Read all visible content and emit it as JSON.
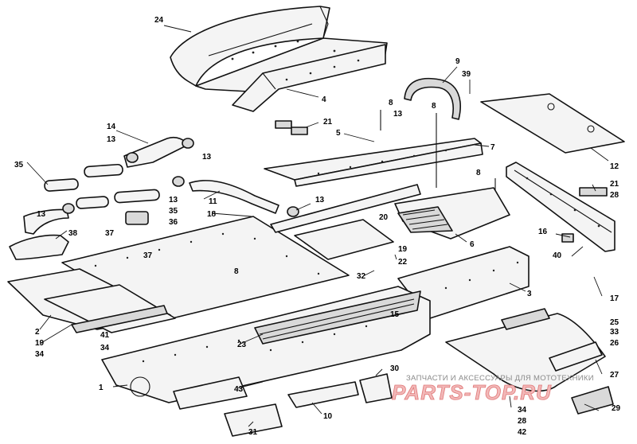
{
  "callouts": {
    "c24": "24",
    "c4": "4",
    "c9": "9",
    "c39": "39",
    "c8a": "8",
    "c8b": "8",
    "c13a": "13",
    "c21a": "21",
    "c5": "5",
    "c7": "7",
    "c12": "12",
    "c14": "14",
    "c13b": "13",
    "c13c": "13",
    "c35a": "35",
    "c13d": "13",
    "c11": "11",
    "c13e": "13",
    "c13f": "13",
    "c35b": "35",
    "c36": "36",
    "c18": "18",
    "c8c": "8",
    "c21b": "21",
    "c28a": "28",
    "c20": "20",
    "c16": "16",
    "c6": "6",
    "c38": "38",
    "c37a": "37",
    "c37b": "37",
    "c19a": "19",
    "c22": "22",
    "c40": "40",
    "c32": "32",
    "c8d": "8",
    "c3": "3",
    "c17": "17",
    "c2": "2",
    "c19b": "19",
    "c34a": "34",
    "c41": "41",
    "c34b": "34",
    "c15": "15",
    "c25": "25",
    "c33": "33",
    "c26": "26",
    "c23": "23",
    "c1": "1",
    "c30": "30",
    "c27": "27",
    "c43": "43",
    "c10": "10",
    "c34c": "34",
    "c29": "29",
    "c28b": "28",
    "c31": "31",
    "c42": "42"
  },
  "watermark": {
    "small": "ЗАПЧАСТИ И АКСЕССУАРЫ ДЛЯ МОТОТЕХНИКИ",
    "big": "PARTS-TOP.RU"
  }
}
